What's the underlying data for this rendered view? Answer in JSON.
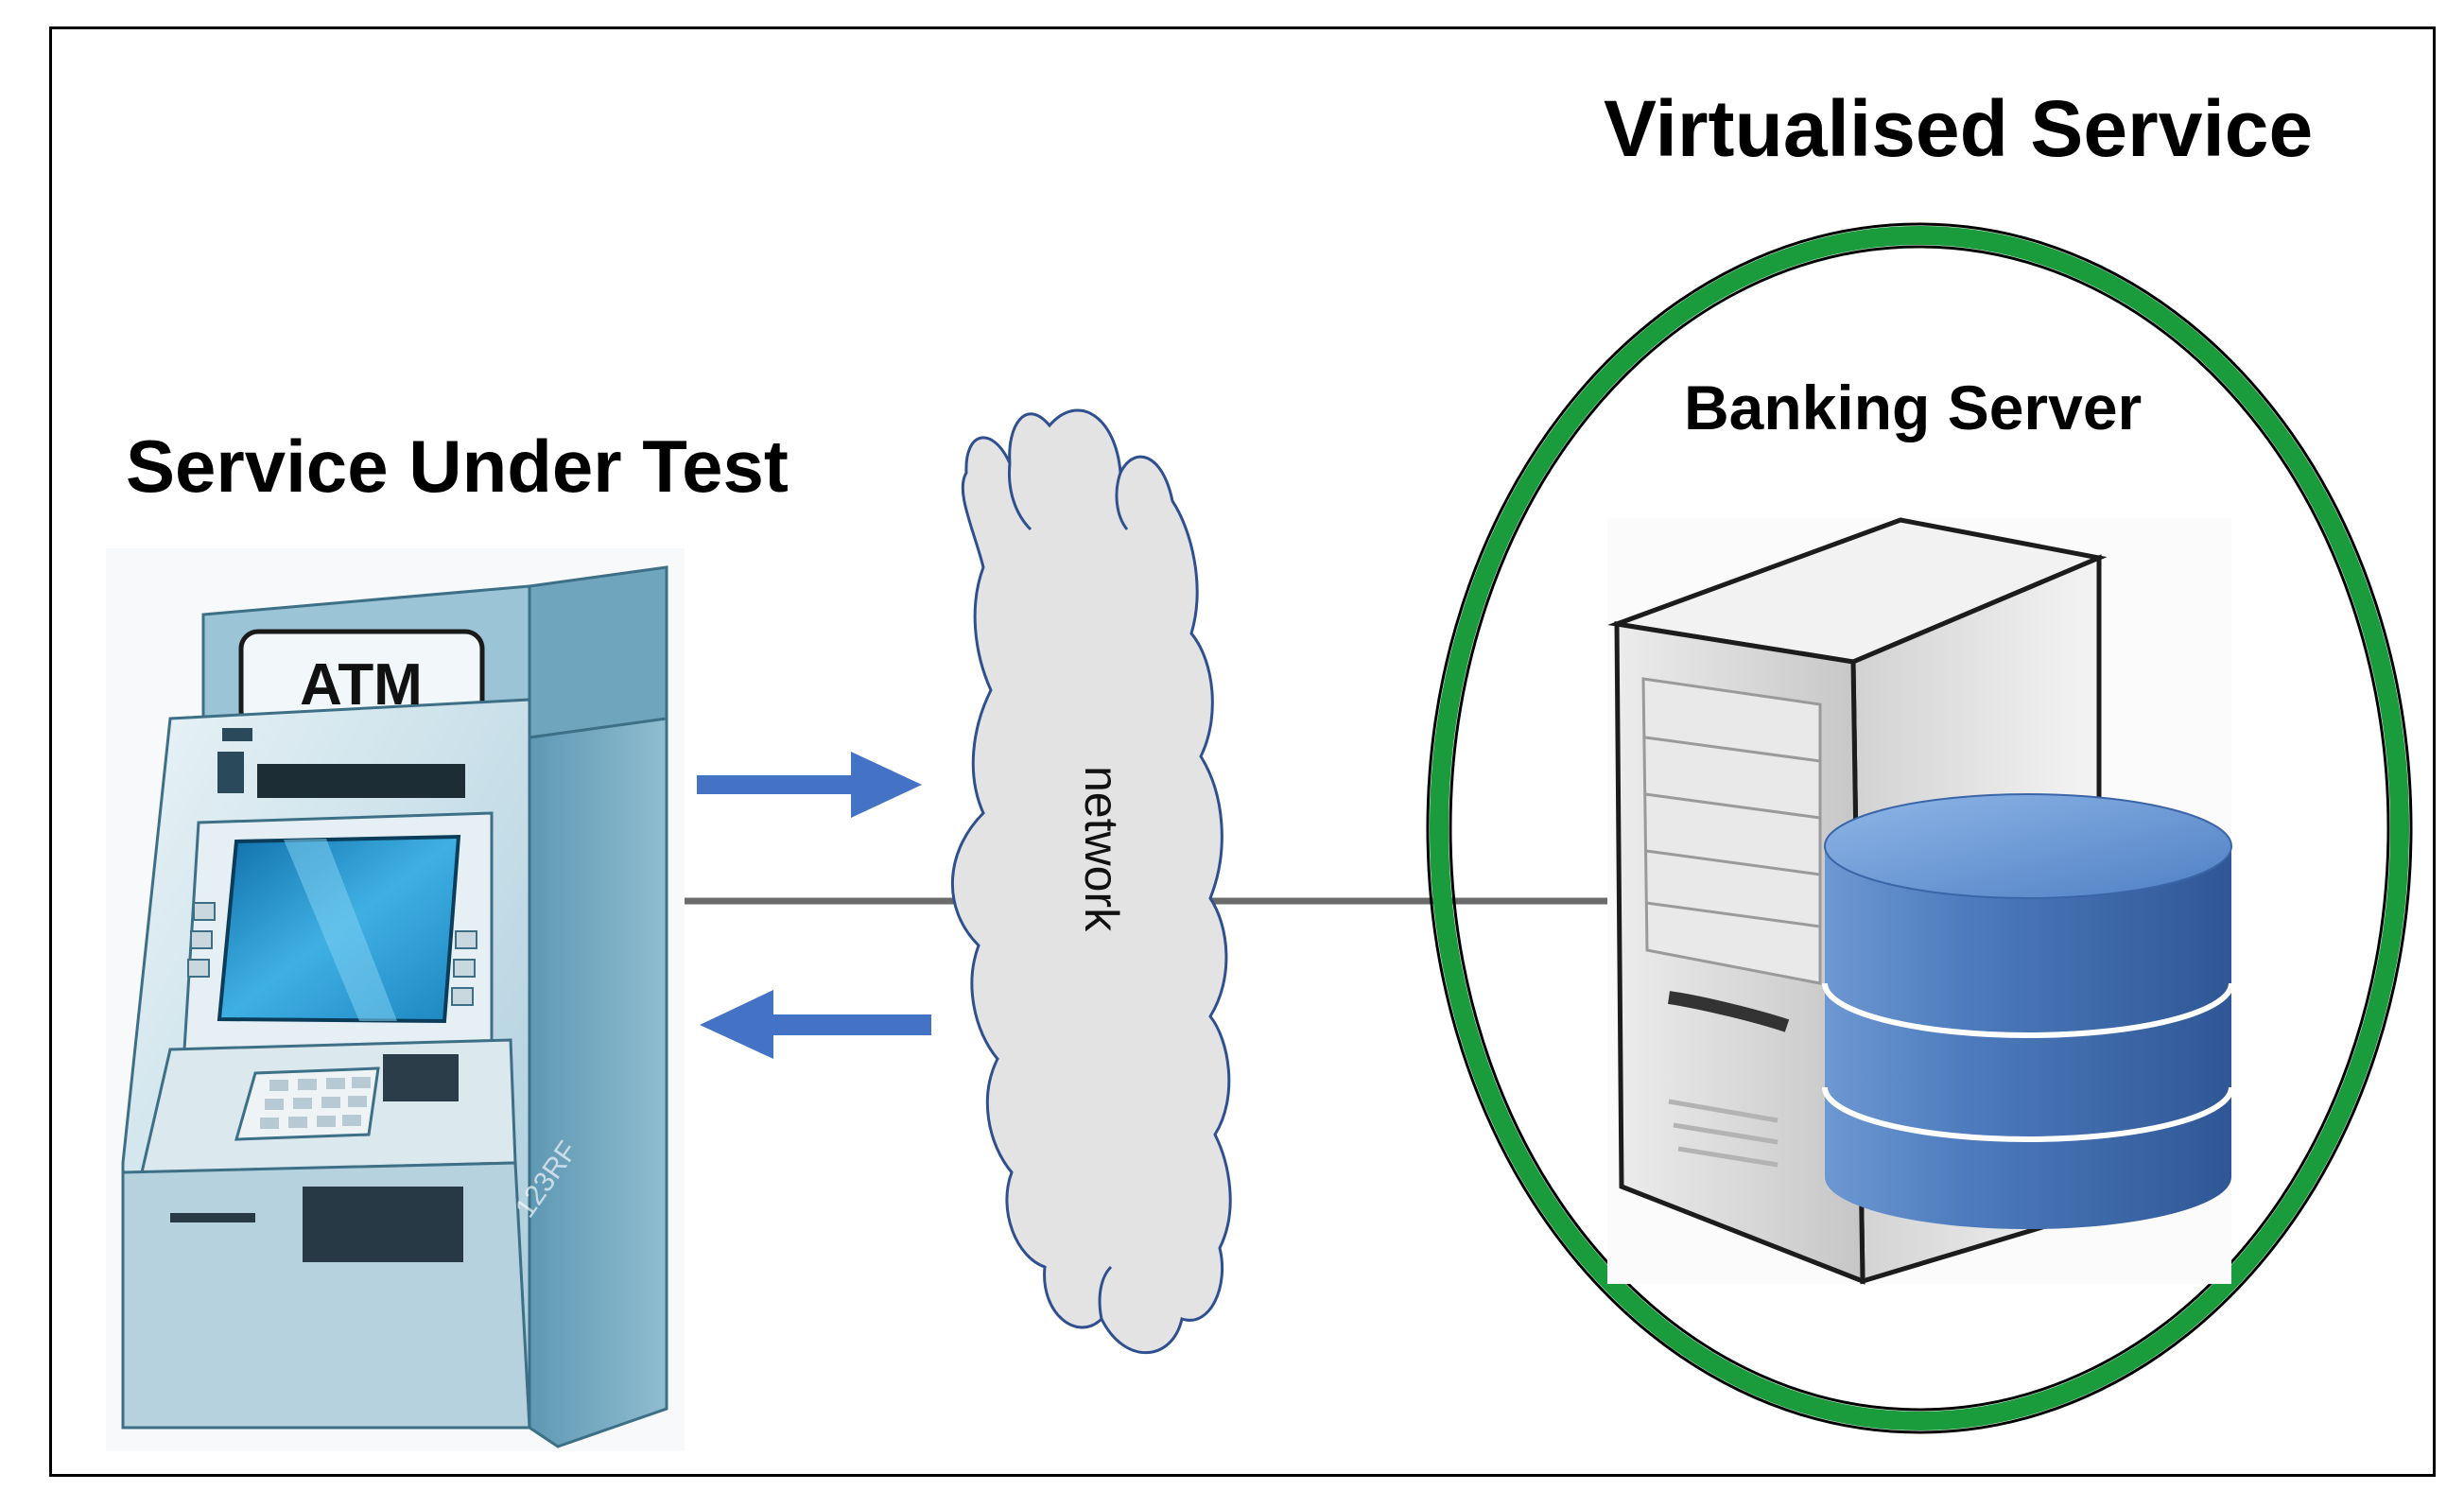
{
  "labels": {
    "virtualised_service": "Virtualised Service",
    "service_under_test": "Service Under Test",
    "banking_server": "Banking Server",
    "atm_sign": "ATM",
    "network": "network",
    "watermark": "123RF"
  },
  "colors": {
    "frame": "#000000",
    "arrow": "#4472c4",
    "connector": "#6b6b6b",
    "virtualisation_ring": "#1a9b3c",
    "cloud_fill": "#e3e3e3",
    "cloud_stroke": "#2f4f8f",
    "atm_body": "#7fb0c5",
    "atm_screen": "#2f9fd0",
    "server_body": "#d8d8d8",
    "database": "#4f79b8"
  },
  "icons": {
    "atm": "atm-machine-icon",
    "cloud": "network-cloud-icon",
    "server": "server-tower-icon",
    "database": "database-cylinder-icon"
  }
}
